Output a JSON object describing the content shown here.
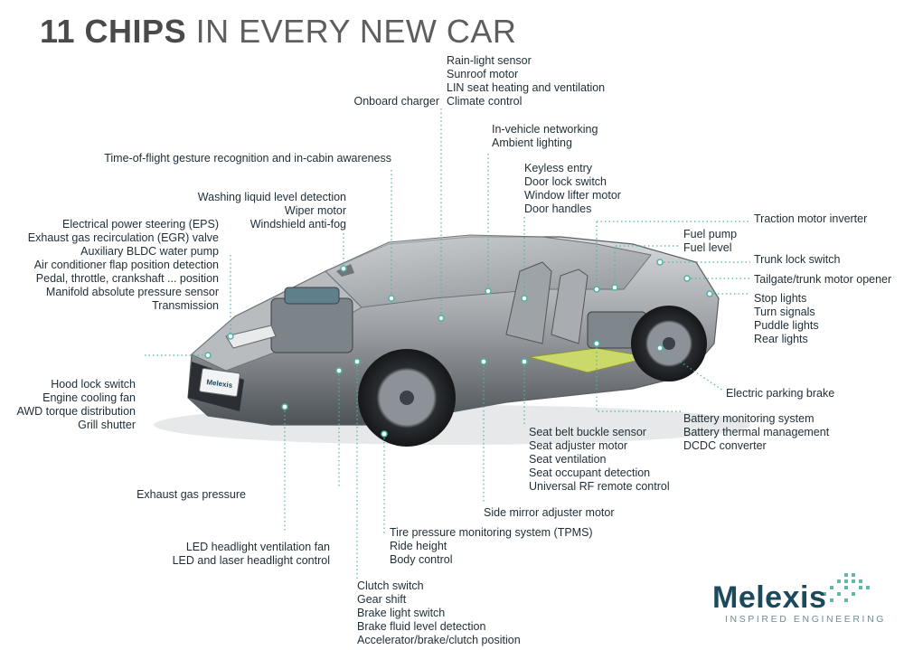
{
  "title": {
    "bold": "11 CHIPS",
    "light": "IN EVERY NEW CAR"
  },
  "labels": {
    "rain_light": [
      "Rain-light sensor",
      "Sunroof motor",
      "LIN seat heating and ventilation",
      "Climate control"
    ],
    "onboard": [
      "Onboard charger"
    ],
    "networking": [
      "In-vehicle networking",
      "Ambient lighting"
    ],
    "tof": [
      "Time-of-flight gesture recognition and in-cabin awareness"
    ],
    "keyless": [
      "Keyless entry",
      "Door lock switch",
      "Window lifter motor",
      "Door handles"
    ],
    "washing": [
      "Washing liquid level detection",
      "Wiper motor",
      "Windshield anti-fog"
    ],
    "traction": [
      "Traction motor inverter"
    ],
    "fuel": [
      "Fuel pump",
      "Fuel level"
    ],
    "eps": [
      "Electrical power steering (EPS)",
      "Exhaust gas recirculation (EGR) valve",
      "Auxiliary BLDC water pump",
      "Air conditioner flap position detection",
      "Pedal, throttle,  crankshaft ... position",
      "Manifold absolute pressure sensor",
      "Transmission"
    ],
    "trunk_lock": [
      "Trunk lock switch"
    ],
    "tailgate": [
      "Tailgate/trunk motor opener"
    ],
    "stop": [
      "Stop lights",
      "Turn signals",
      "Puddle lights",
      "Rear lights"
    ],
    "hood": [
      "Hood lock switch",
      "Engine cooling fan",
      "AWD torque distribution",
      "Grill shutter"
    ],
    "parking": [
      "Electric parking brake"
    ],
    "battery": [
      "Battery monitoring system",
      "Battery thermal management",
      "DCDC converter"
    ],
    "seat": [
      "Seat belt buckle sensor",
      "Seat adjuster motor",
      "Seat ventilation",
      "Seat occupant detection",
      "Universal RF remote control"
    ],
    "exhaust": [
      "Exhaust gas pressure"
    ],
    "mirror": [
      "Side mirror adjuster motor"
    ],
    "tpms": [
      "Tire pressure monitoring system (TPMS)",
      "Ride height",
      "Body control"
    ],
    "led": [
      "LED headlight ventilation fan",
      "LED and laser headlight control"
    ],
    "clutch": [
      "Clutch switch",
      "Gear shift",
      "Brake light switch",
      "Brake fluid level detection",
      "Accelerator/brake/clutch position"
    ]
  },
  "car_badge": "Melexis",
  "logo": {
    "name": "Melexis",
    "tagline": "INSPIRED ENGINEERING"
  },
  "colors": {
    "leader": "#4fb3a6",
    "text": "#1f2d35",
    "logo": "#1b4a5c",
    "dots": "#63b8ad"
  }
}
